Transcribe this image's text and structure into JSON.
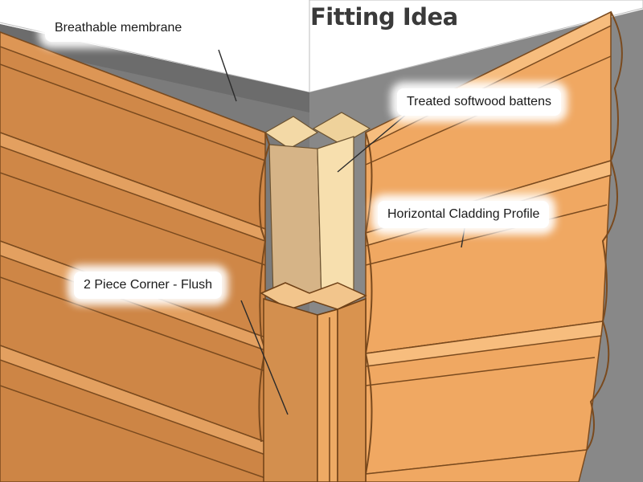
{
  "title": "Fitting Idea",
  "labels": {
    "membrane": "Breathable membrane",
    "battens": "Treated softwood battens",
    "cladding": "Horizontal Cladding Profile",
    "corner": "2 Piece Corner - Flush"
  },
  "colors": {
    "cladding_left": "#d0894a",
    "cladding_right": "#f0a862",
    "cladding_edge": "#7a4a1e",
    "batten_light": "#f6dcab",
    "batten_dark": "#d3b385",
    "membrane": "#7a7a7a",
    "corner_piece": "#e09a56"
  }
}
